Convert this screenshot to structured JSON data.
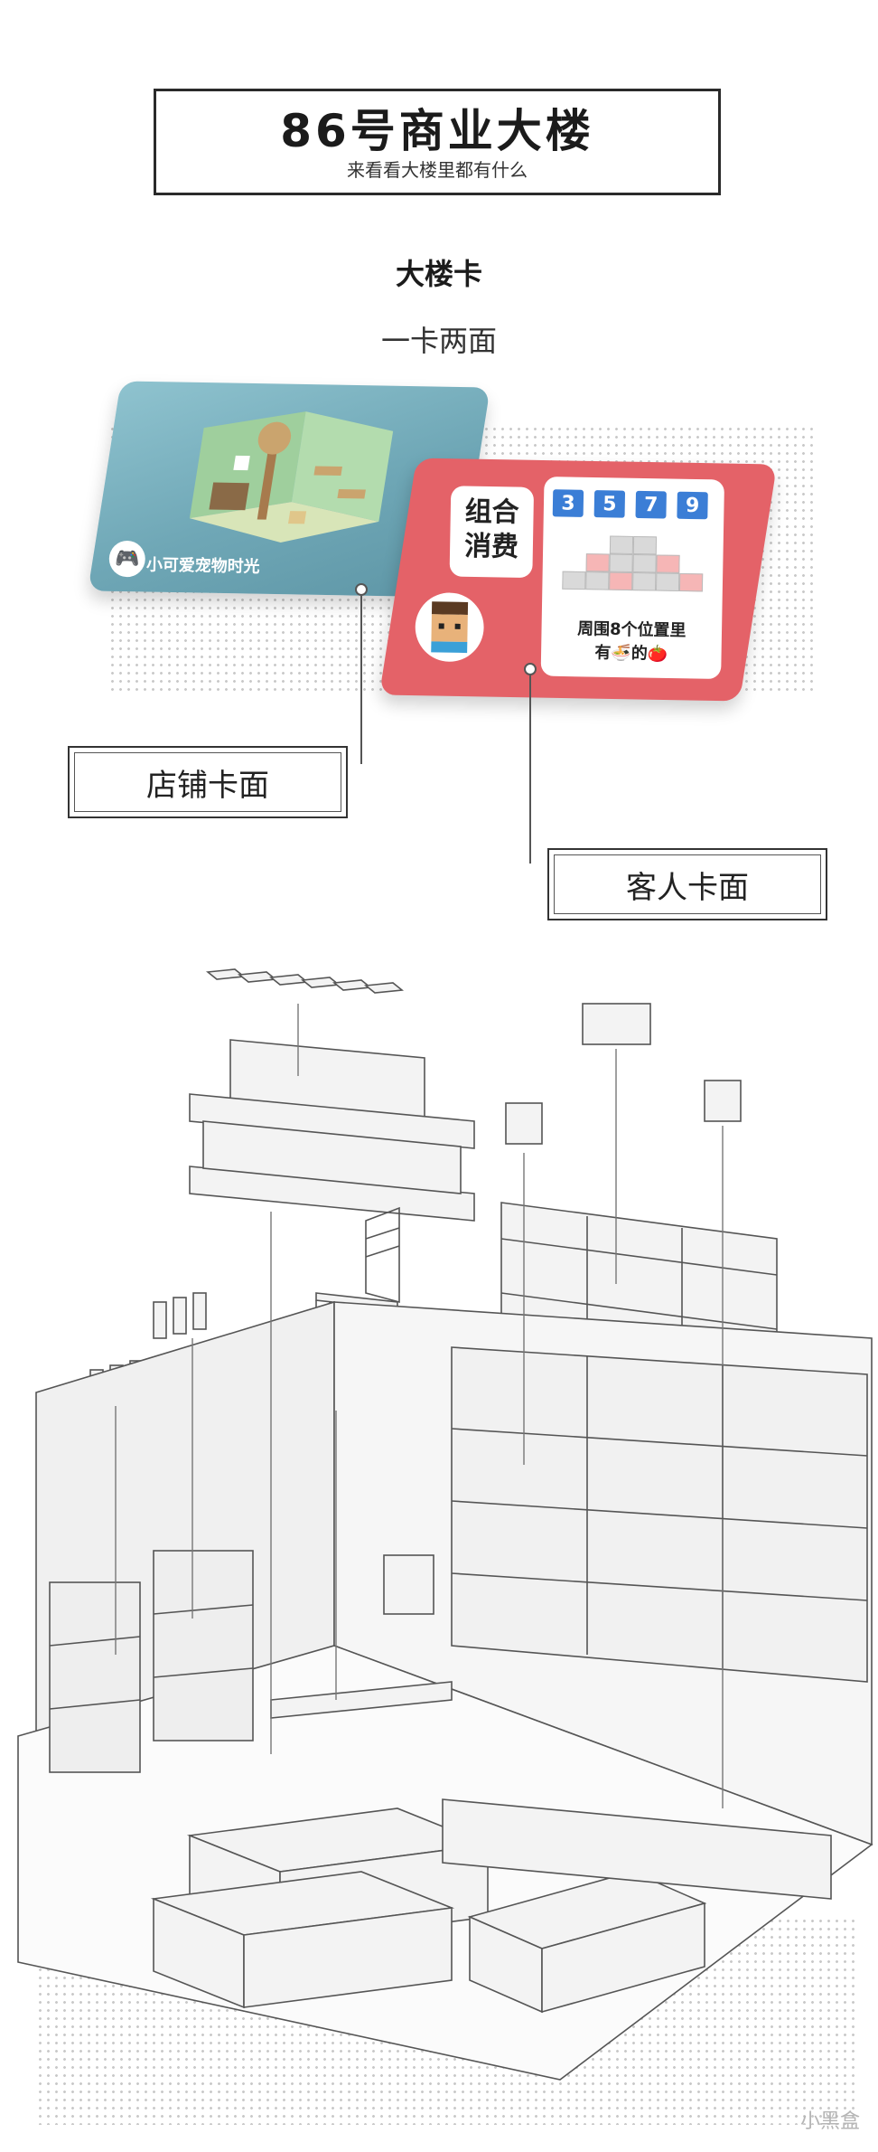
{
  "header": {
    "title": "86号商业大楼",
    "subtitle": "来看看大楼里都有什么"
  },
  "section": {
    "heading": "大楼卡",
    "subheading": "一卡两面"
  },
  "shop_card": {
    "name": "小可爱宠物时光",
    "icon": "gamepad-icon"
  },
  "customer_card": {
    "badge": "组合\n消费",
    "numbers": [
      "3",
      "5",
      "7",
      "9"
    ],
    "condition": "周围8个位置里\n有🍜的🍅"
  },
  "labels": {
    "shop_side": "店铺卡面",
    "customer_side": "客人卡面"
  },
  "watermark": "小黑盒",
  "colors": {
    "shop_card": "#6fa7b6",
    "customer_card": "#e46268",
    "number_tile": "#3b7ed6"
  }
}
